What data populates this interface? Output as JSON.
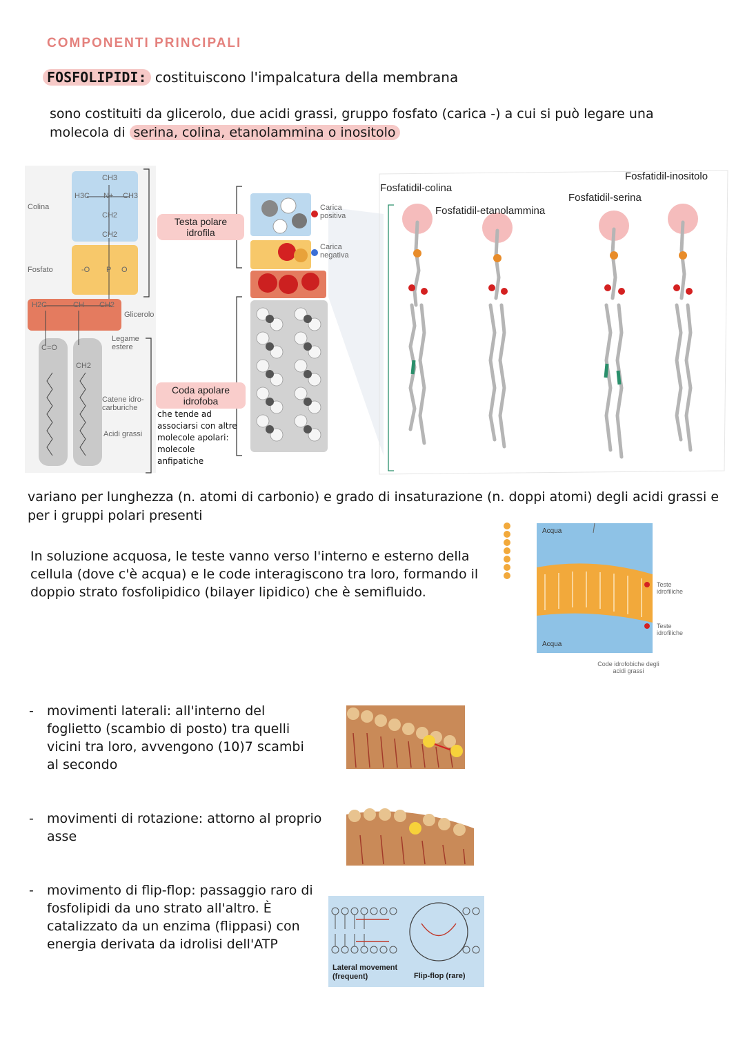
{
  "heading": "COMPONENTI PRINCIPALI",
  "phospholipids": {
    "term": "FOSFOLIPIDI:",
    "definition": " costituiscono l'impalcatura della membrana",
    "composition_text": "sono costituiti da glicerolo, due acidi grassi, gruppo fosfato (carica -) a cui si può legare una molecola di ",
    "composition_highlight": "serina, colina, etanolammina o inositolo"
  },
  "figure_structure": {
    "labels": {
      "colina": "Colina",
      "fosfato": "Fosfato",
      "glicerolo": "Glicerolo",
      "legame_estere": "Legame estere",
      "catene": "Catene idro- carburiche",
      "acidi_grassi": "Acidi grassi",
      "carica_positiva": "Carica positiva",
      "carica_negativa": "Carica negativa"
    },
    "chem": {
      "ch3_top": "CH3",
      "h3c": "H3C",
      "n": "N+",
      "ch3_right": "CH3",
      "ch2_a": "CH2",
      "ch2_b": "CH2",
      "o_minus": "-O",
      "p": "P",
      "o_double": "O",
      "h2c": "H2C",
      "ch": "CH",
      "ch2_c": "CH2",
      "c_o": "C=O",
      "ch2_d": "CH2"
    },
    "pill_head": "Testa polare idrofila",
    "pill_tail": "Coda apolare idrofoba",
    "tail_note": "che tende ad associarsi con altre molecole apolari: molecole anfipatiche"
  },
  "figure_variants": {
    "colina": "Fosfatidil-colina",
    "etanolammina": "Fosfatidil-etanolammina",
    "serina": "Fosfatidil-serina",
    "inositolo": "Fosfatidil-inositolo"
  },
  "variation_text": "variano per lunghezza (n. atomi di carbonio) e grado di insaturazione (n. doppi atomi) degli acidi grassi e per i gruppi polari presenti",
  "bilayer_text": "In soluzione acquosa, le teste vanno verso l'interno e esterno della cellula (dove c'è acqua) e le code interagiscono tra loro, formando il doppio strato fosfolipidico (bilayer lipidico) che è semifluido.",
  "bilayer_figure": {
    "acqua_top": "Acqua",
    "acqua_bottom": "Acqua",
    "teste_top": "Teste idrofiliche",
    "teste_bottom": "Teste idrofiliche",
    "code": "Code idrofobiche degli acidi grassi"
  },
  "movements": [
    {
      "dash": "-",
      "text": "movimenti laterali: all'interno del foglietto (scambio di posto) tra quelli vicini tra loro, avvengono (10)7 scambi al secondo"
    },
    {
      "dash": "-",
      "text": "movimenti di rotazione: attorno al proprio asse"
    },
    {
      "dash": "-",
      "text": "movimento di flip-flop: passaggio raro di fosfolipidi da uno strato all'altro. È catalizzato da un enzima (flippasi) con energia derivata da idrolisi dell'ATP"
    }
  ],
  "flipflop_figure": {
    "lateral": "Lateral movement (frequent)",
    "flipflop": "Flip-flop (rare)"
  },
  "colors": {
    "heading": "#e4817d",
    "highlight": "#f6c9c7",
    "choline_box": "#bcd9ef",
    "phosphate_box": "#f7c86a",
    "glycerol_box": "#e47b5f",
    "tail_box": "#c9c9c9",
    "water": "#8ec2e6",
    "bilayer": "#f2a93b"
  }
}
